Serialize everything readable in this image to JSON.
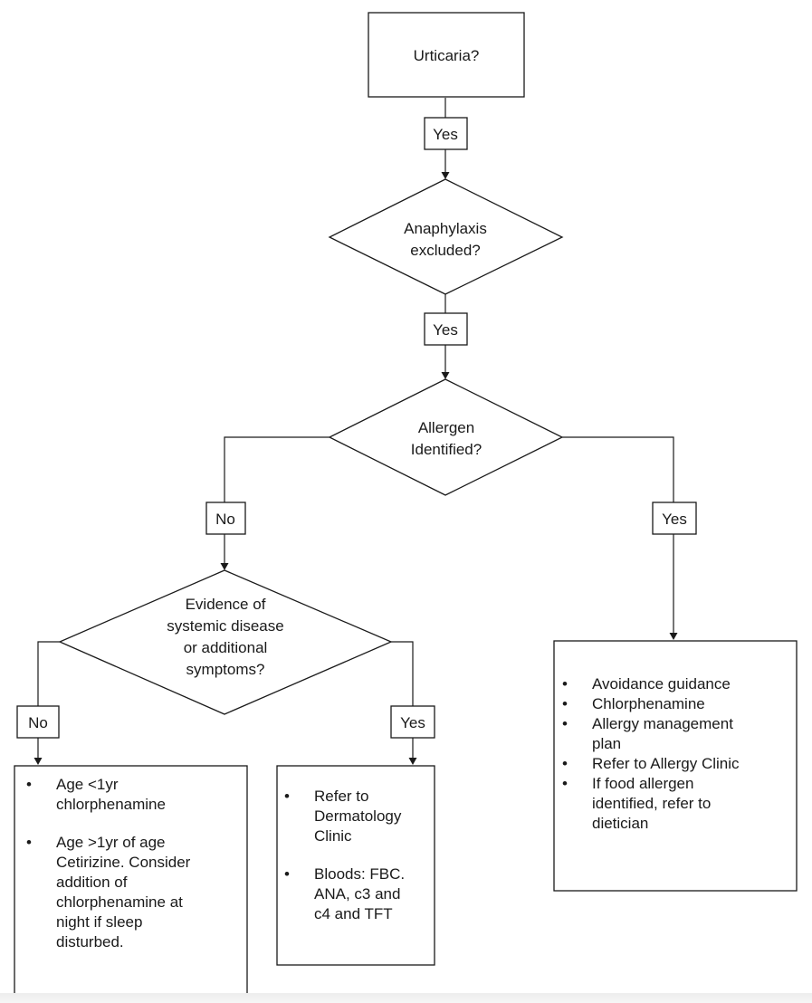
{
  "nodes": {
    "urticaria": {
      "label": "Urticaria?"
    },
    "anaphylaxis": {
      "line1": "Anaphylaxis",
      "line2": "excluded?"
    },
    "allergen": {
      "line1": "Allergen",
      "line2": "Identified?"
    },
    "systemic": {
      "line1": "Evidence of",
      "line2": "systemic disease",
      "line3": "or additional",
      "line4": "symptoms?"
    }
  },
  "connectors": {
    "urticaria_yes": "Yes",
    "anaphylaxis_yes": "Yes",
    "allergen_no": "No",
    "allergen_yes": "Yes",
    "systemic_no": "No",
    "systemic_yes": "Yes"
  },
  "outcomes": {
    "no_systemic": {
      "items": [
        {
          "line1": "Age <1yr",
          "line2": "chlorphenamine"
        },
        {
          "line1": "Age >1yr of age",
          "line2": "Cetirizine.  Consider",
          "line3": "addition of",
          "line4": "chlorphenamine at",
          "line5": "night if sleep",
          "line6": "disturbed."
        }
      ]
    },
    "systemic": {
      "items": [
        {
          "line1": "Refer to",
          "line2": "Dermatology",
          "line3": "Clinic"
        },
        {
          "line1": "Bloods: FBC.",
          "line2": "ANA, c3 and",
          "line3": "c4 and TFT"
        }
      ]
    },
    "allergen_identified": {
      "items": [
        {
          "line1": "Avoidance guidance"
        },
        {
          "line1": "Chlorphenamine"
        },
        {
          "line1": "Allergy management",
          "line2": "plan"
        },
        {
          "line1": "Refer to Allergy Clinic"
        },
        {
          "line1": "If food allergen",
          "line2": "identified, refer to",
          "line3": "dietician"
        }
      ]
    }
  }
}
